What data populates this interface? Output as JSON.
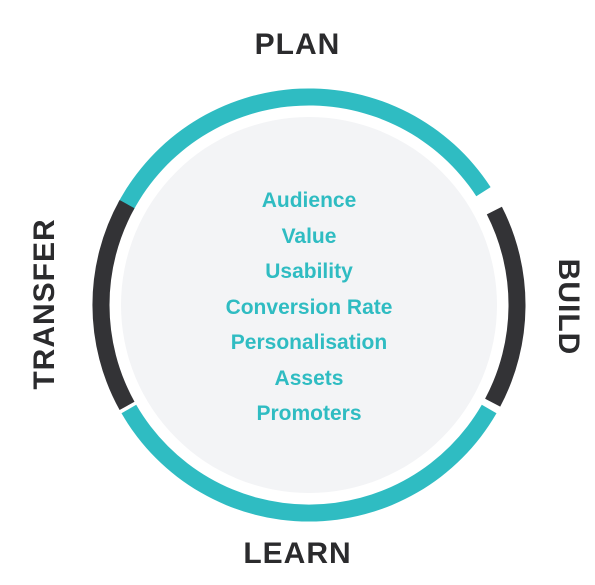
{
  "stages": {
    "plan": "PLAN",
    "build": "BUILD",
    "learn": "LEARN",
    "transfer": "TRANSFER"
  },
  "center_items": [
    "Audience",
    "Value",
    "Usability",
    "Conversion Rate",
    "Personalisation",
    "Assets",
    "Promoters"
  ],
  "colors": {
    "accent": "#2fbcc2",
    "dark": "#333336",
    "circle_fill": "#f3f4f6",
    "label_text": "#2b2b2d"
  }
}
